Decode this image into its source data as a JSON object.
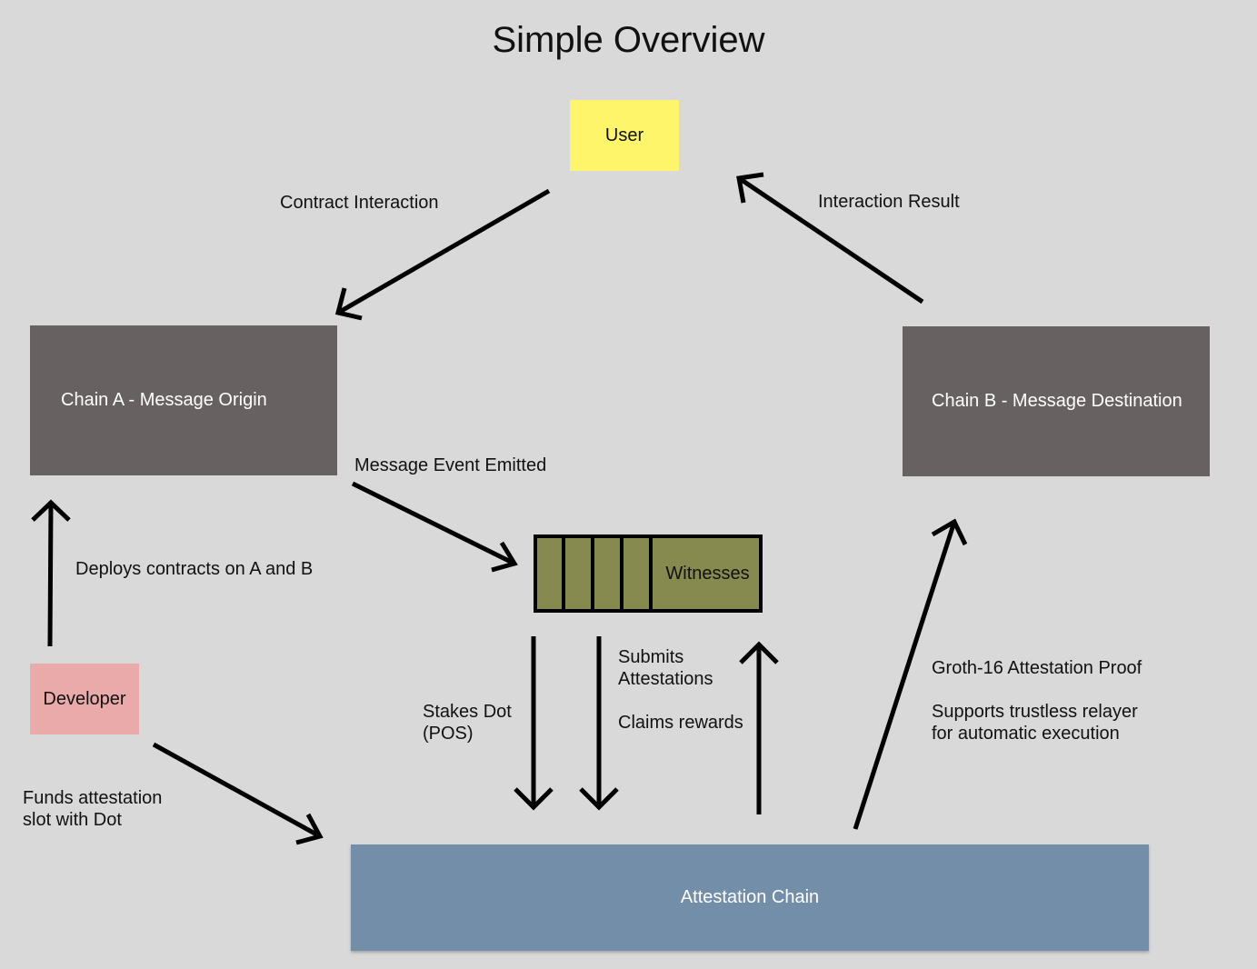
{
  "title": "Simple Overview",
  "nodes": {
    "user": "User",
    "chain_a": "Chain A - Message Origin",
    "chain_b": "Chain B - Message Destination",
    "developer": "Developer",
    "witnesses": "Witnesses",
    "attestation_chain": "Attestation Chain"
  },
  "edges": {
    "contract_interaction": "Contract Interaction",
    "interaction_result": "Interaction Result",
    "message_event_emitted": "Message Event Emitted",
    "deploys_contracts": "Deploys contracts on A and B",
    "funds_line1": "Funds attestation",
    "funds_line2": "slot with Dot",
    "stakes_line1": "Stakes Dot",
    "stakes_line2": "(POS)",
    "submits_line1": "Submits",
    "submits_line2": "Attestations",
    "claims_rewards": "Claims rewards",
    "groth_proof": "Groth-16 Attestation Proof",
    "relayer_line1": "Supports trustless relayer",
    "relayer_line2": "for automatic execution"
  },
  "colors": {
    "background": "#d9d9d9",
    "user": "#fff56b",
    "chain": "#676161",
    "developer": "#eaaaaa",
    "witnesses": "#878a4e",
    "attestation_chain": "#738ea8"
  }
}
